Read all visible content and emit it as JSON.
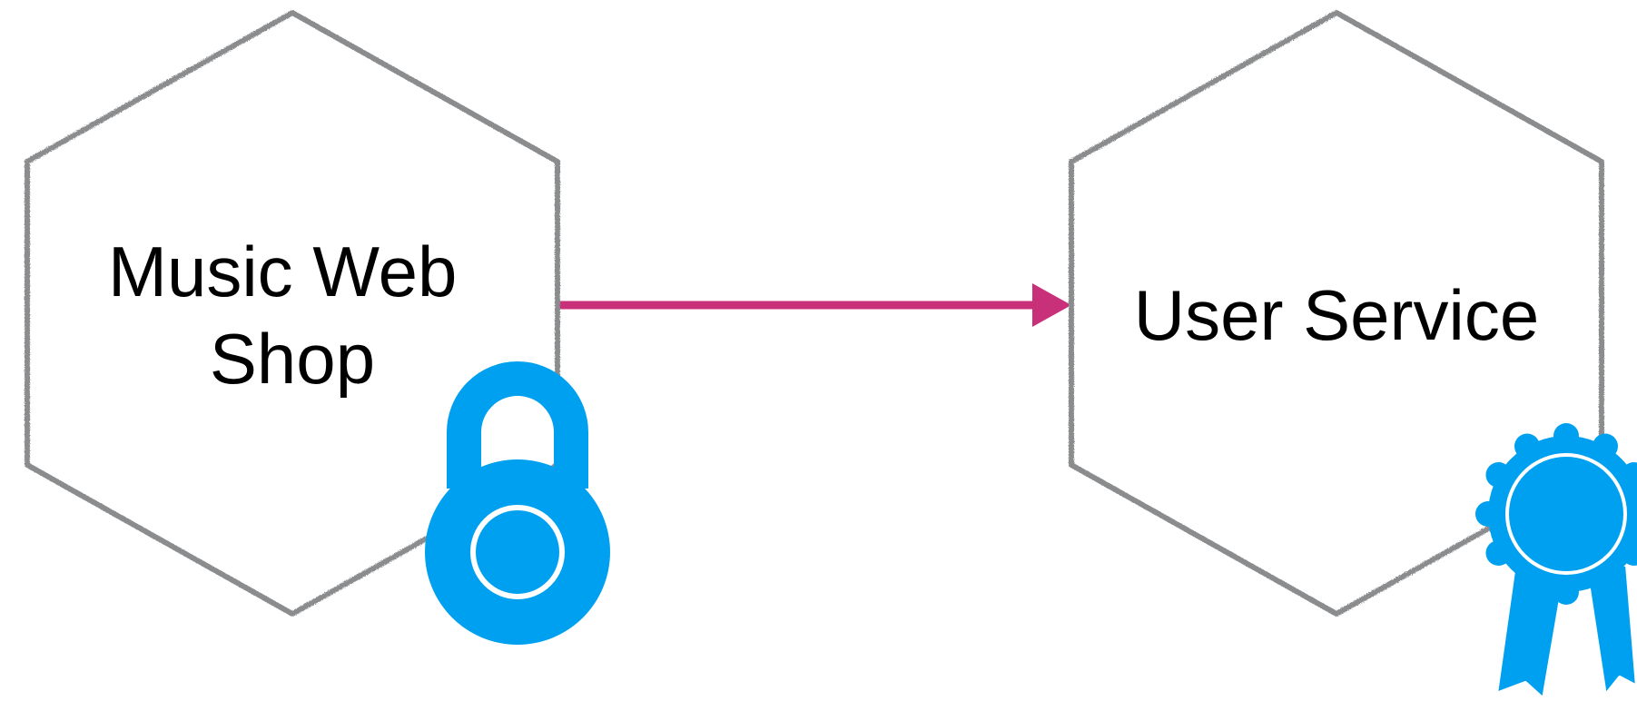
{
  "nodes": [
    {
      "id": "music-web-shop",
      "label_lines": [
        "Music Web",
        "Shop"
      ],
      "badge": "lock-icon"
    },
    {
      "id": "user-service",
      "label_lines": [
        "User Service"
      ],
      "badge": "award-ribbon-icon"
    }
  ],
  "edges": [
    {
      "from": "music-web-shop",
      "to": "user-service",
      "style": "arrow"
    }
  ],
  "colors": {
    "hexagon_stroke": "#8a8c8e",
    "arrow": "#c8307a",
    "icon": "#00a0f0",
    "text": "#000000",
    "background": "#ffffff"
  }
}
